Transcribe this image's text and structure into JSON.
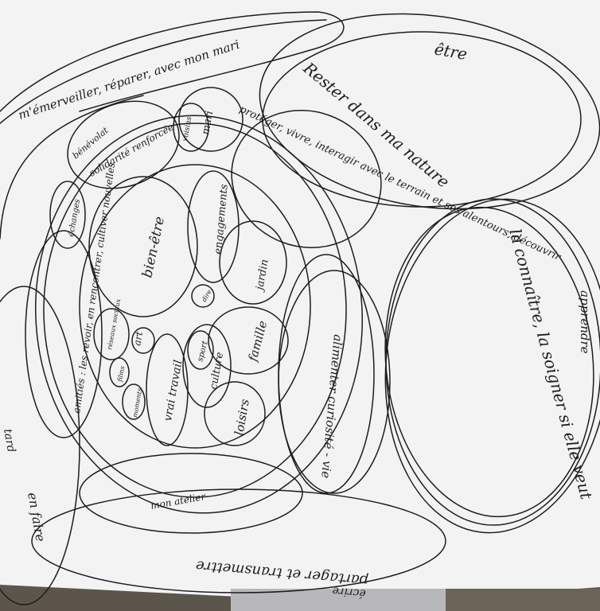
{
  "photo": {
    "colors": {
      "paper": "#f3f3f4",
      "ink": "#1d1d1f",
      "table": "#5b554c",
      "shadow": "#cfcfd2"
    },
    "labels": {
      "bienetre": "bien-être",
      "engagements": "engagements",
      "jardin": "jardin",
      "famille": "famille",
      "loisirs": "loisirs",
      "culture": "culture",
      "sport": "sport",
      "vraitravail": "vrai travail",
      "art": "art",
      "reseaux": "réseaux sociaux",
      "films": "films",
      "moments": "moments",
      "dire": "dire",
      "amities": "amitiés : les revoir, en rencontrer, cultiver nouvelles",
      "echanges": "échanges",
      "solidarite": "solidarité renforcée",
      "benevolat": "bénévolat",
      "voisins": "voisins",
      "mari": "mari",
      "proteger": "protéger, vivre, interagir avec le terrain et ses alentours, découvrir",
      "rester": "Rester dans ma nature",
      "etre": "être",
      "emerveiller": "m'émerveiller, réparer, avec mon mari",
      "connaitre": "la connaître, la soigner si elle veut",
      "apprendre": "apprendre",
      "alimenter": "alimenter curiosité - vie",
      "mon_atelier": "mon atelier",
      "partager": "partager et transmettre",
      "faire": "en faire",
      "tard": "tard",
      "ecrire": "écrire"
    }
  }
}
